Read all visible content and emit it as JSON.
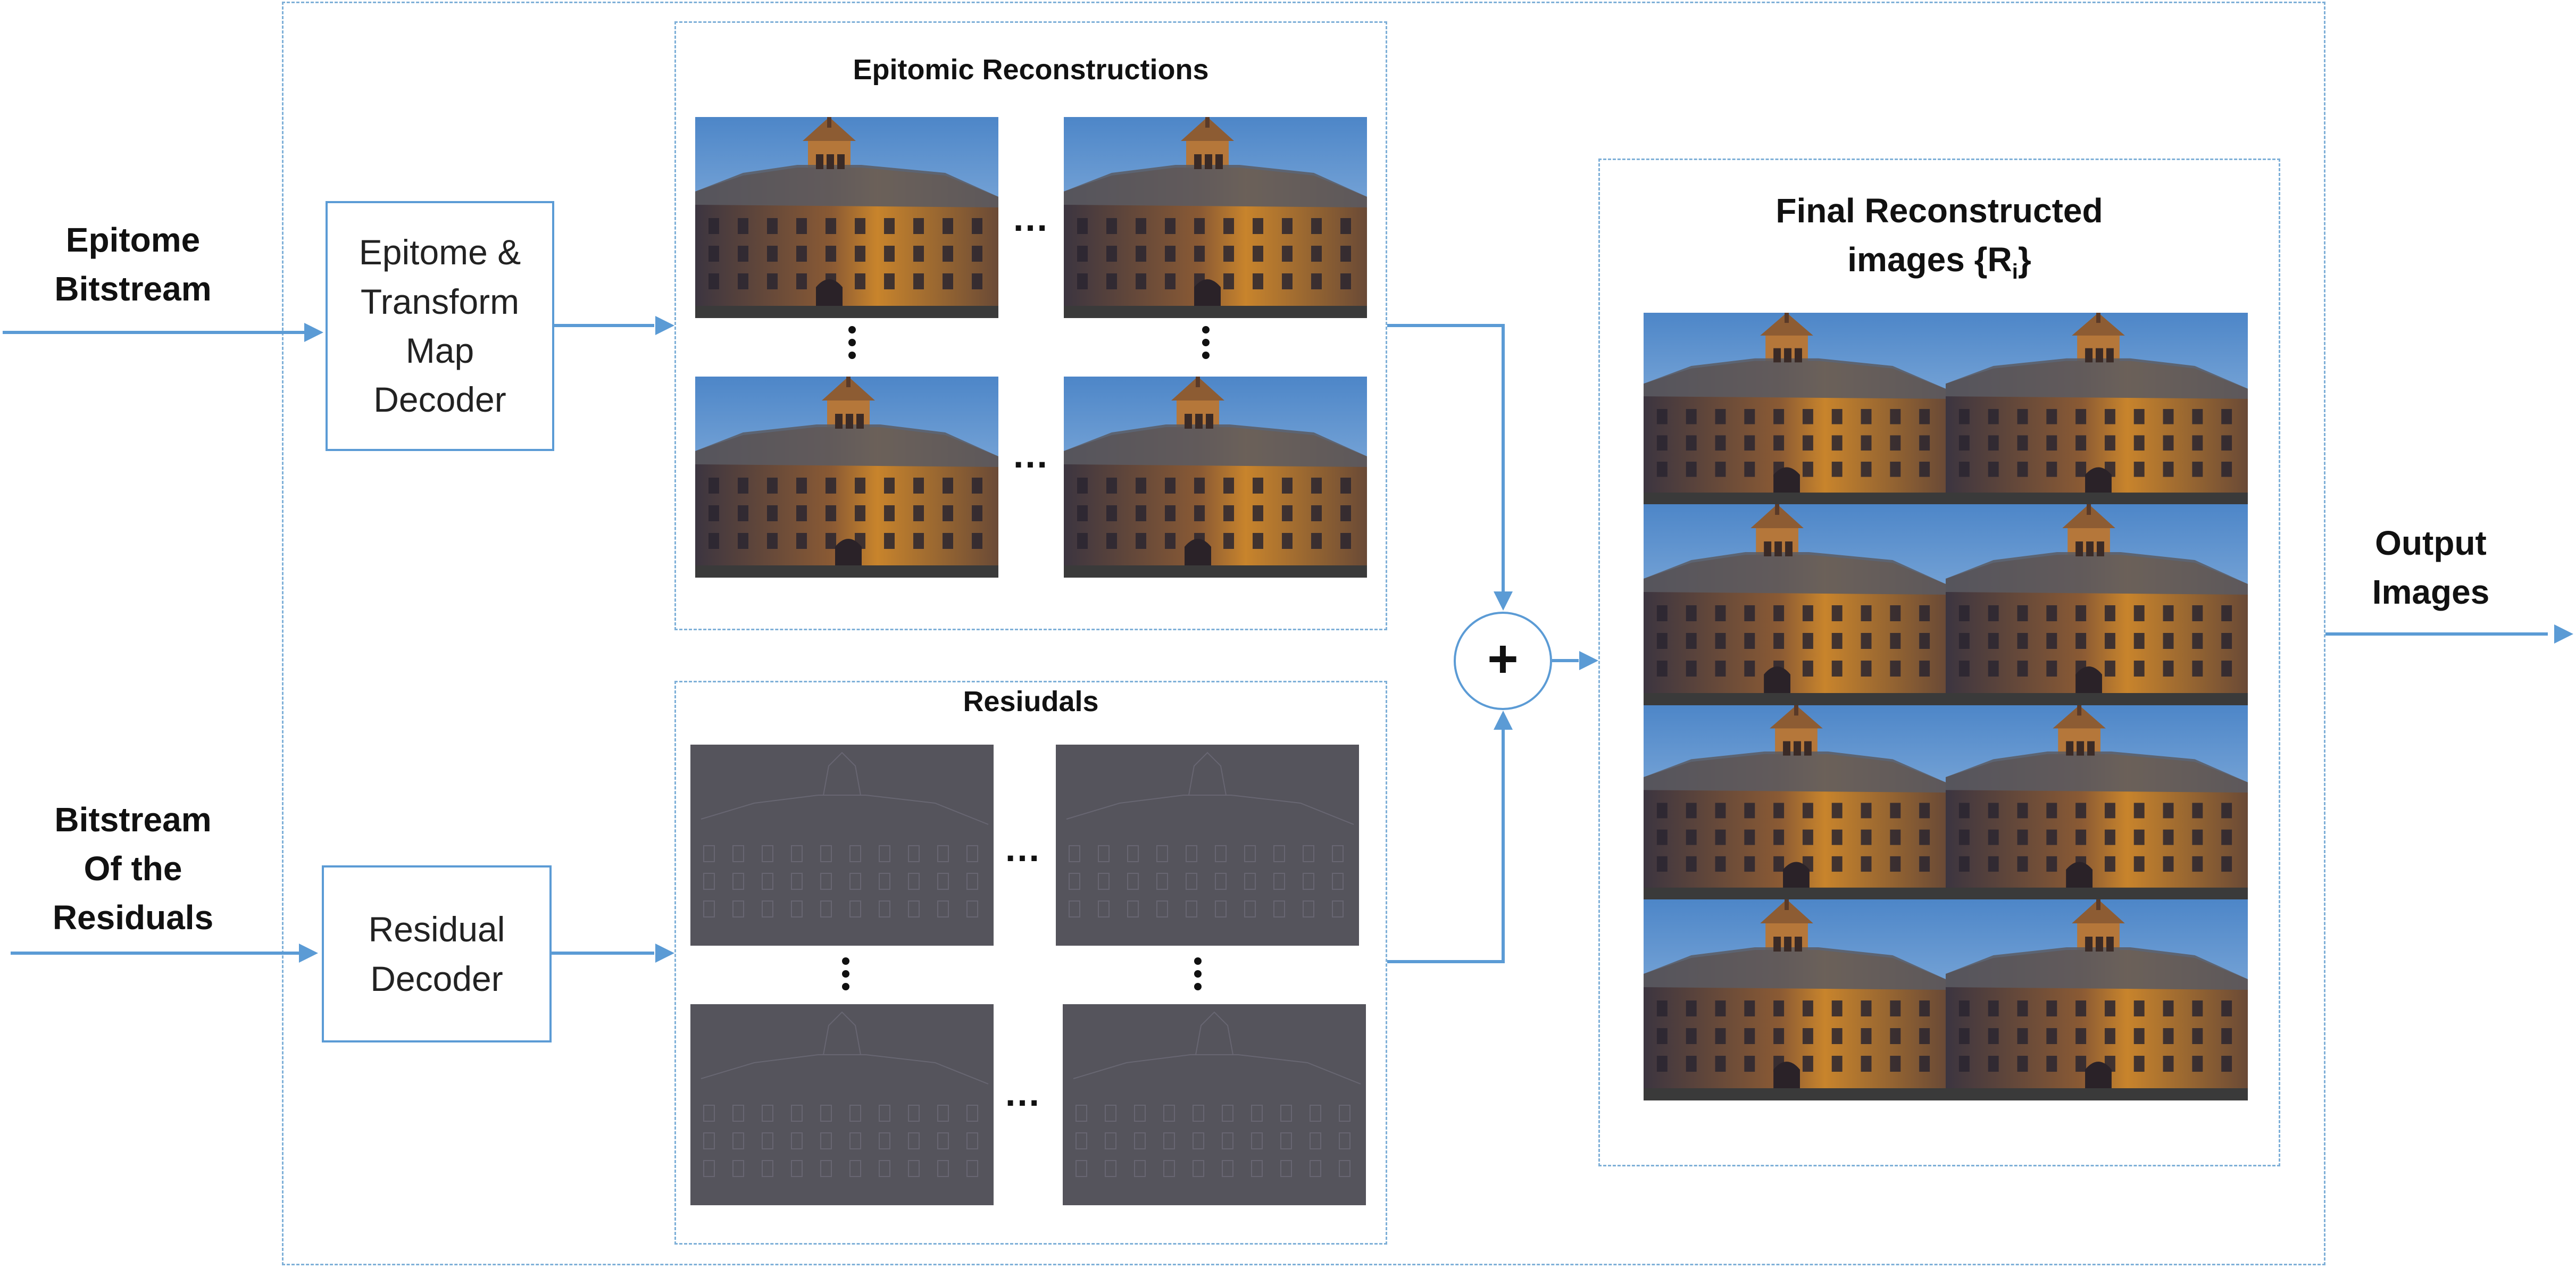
{
  "inputs": {
    "epitome_bitstream": [
      "Epitome",
      "Bitstream"
    ],
    "residual_bitstream": [
      "Bitstream",
      "Of the",
      "Residuals"
    ]
  },
  "decoders": {
    "epitome_decoder": [
      "Epitome &",
      "Transform",
      "Map",
      "Decoder"
    ],
    "residual_decoder": [
      "Residual",
      "Decoder"
    ]
  },
  "panels": {
    "epitomic_title": "Epitomic Reconstructions",
    "residuals_title": "Resiudals",
    "final_title_line1": "Final Reconstructed",
    "final_title_line2_prefix": "images {R",
    "final_title_subscript": "i",
    "final_title_line2_suffix": "}",
    "ellipsis": "…"
  },
  "adder_symbol": "+",
  "output": [
    "Output",
    "Images"
  ],
  "colors": {
    "arrow": "#5b9bd5",
    "dashed_border": "#7fb0d8",
    "sky": "#6aa0d8",
    "building_lit": "#c8842c",
    "building_shadow": "#3e3a40",
    "residual_gray": "#55545c"
  }
}
